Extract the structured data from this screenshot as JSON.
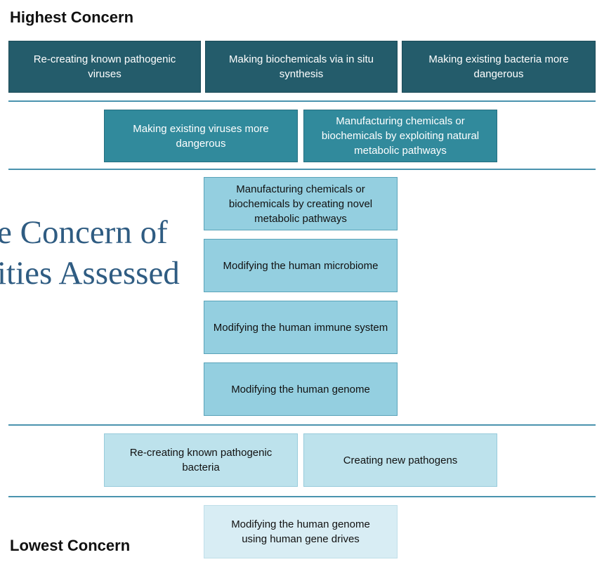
{
  "labels": {
    "highest": "Highest Concern",
    "lowest": "Lowest Concern"
  },
  "background_title": {
    "line1": "e Concern of",
    "line2": "ities Assessed"
  },
  "tiers": [
    {
      "level": 1,
      "color": "#245c6b",
      "items": [
        "Re-creating known pathogenic viruses",
        "Making biochemicals via in situ synthesis",
        "Making existing bacteria more dangerous"
      ]
    },
    {
      "level": 2,
      "color": "#318a9c",
      "items": [
        "Making existing viruses more dangerous",
        "Manufacturing chemicals or biochemicals by exploiting natural metabolic pathways"
      ]
    },
    {
      "level": 3,
      "color": "#94cfe0",
      "items": [
        "Manufacturing chemicals or biochemicals by creating novel metabolic pathways",
        "Modifying the human microbiome",
        "Modifying the human immune system",
        "Modifying the human genome"
      ]
    },
    {
      "level": 4,
      "color": "#bde2ec",
      "items": [
        "Re-creating known pathogenic bacteria",
        "Creating new pathogens"
      ]
    },
    {
      "level": 5,
      "color": "#d8edf4",
      "items": [
        "Modifying the human genome using human gene drives"
      ]
    }
  ]
}
